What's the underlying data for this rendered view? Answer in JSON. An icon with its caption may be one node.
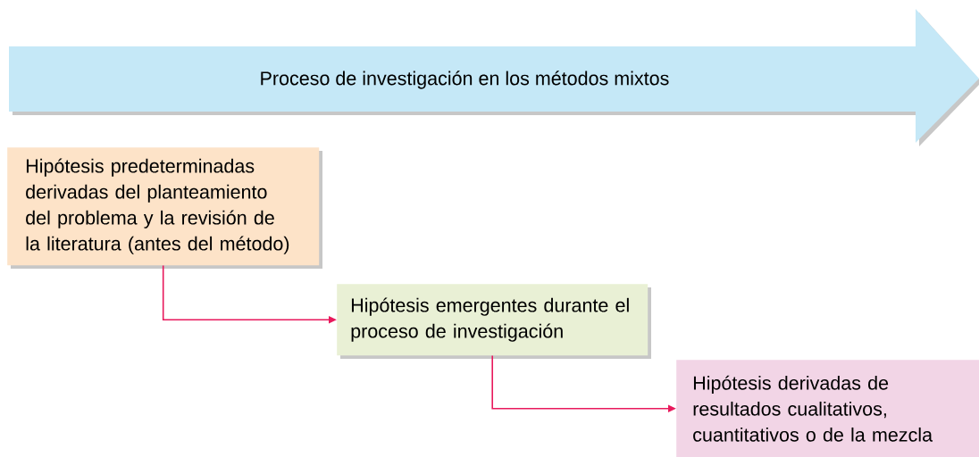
{
  "diagram": {
    "nodes": [
      {
        "text": [
          "Proceso de investigación en los métodos mixtos"
        ]
      },
      {
        "text": [
          "Hipótesis predeterminadas derivadas del planteamiento del problema y la revisión de la literatura (antes del método)"
        ]
      },
      {
        "text": [
          "Hipótesis emergentes durante el proceso de investigación"
        ]
      },
      {
        "text": [
          "Hipótesis derivadas de resultados cualitativos, cuantitativos o de la mezcla"
        ]
      }
    ],
    "edges": [
      {
        "from": 1,
        "to": 2,
        "arrow": "to"
      },
      {
        "from": 2,
        "to": 3,
        "arrow": "to"
      }
    ]
  }
}
